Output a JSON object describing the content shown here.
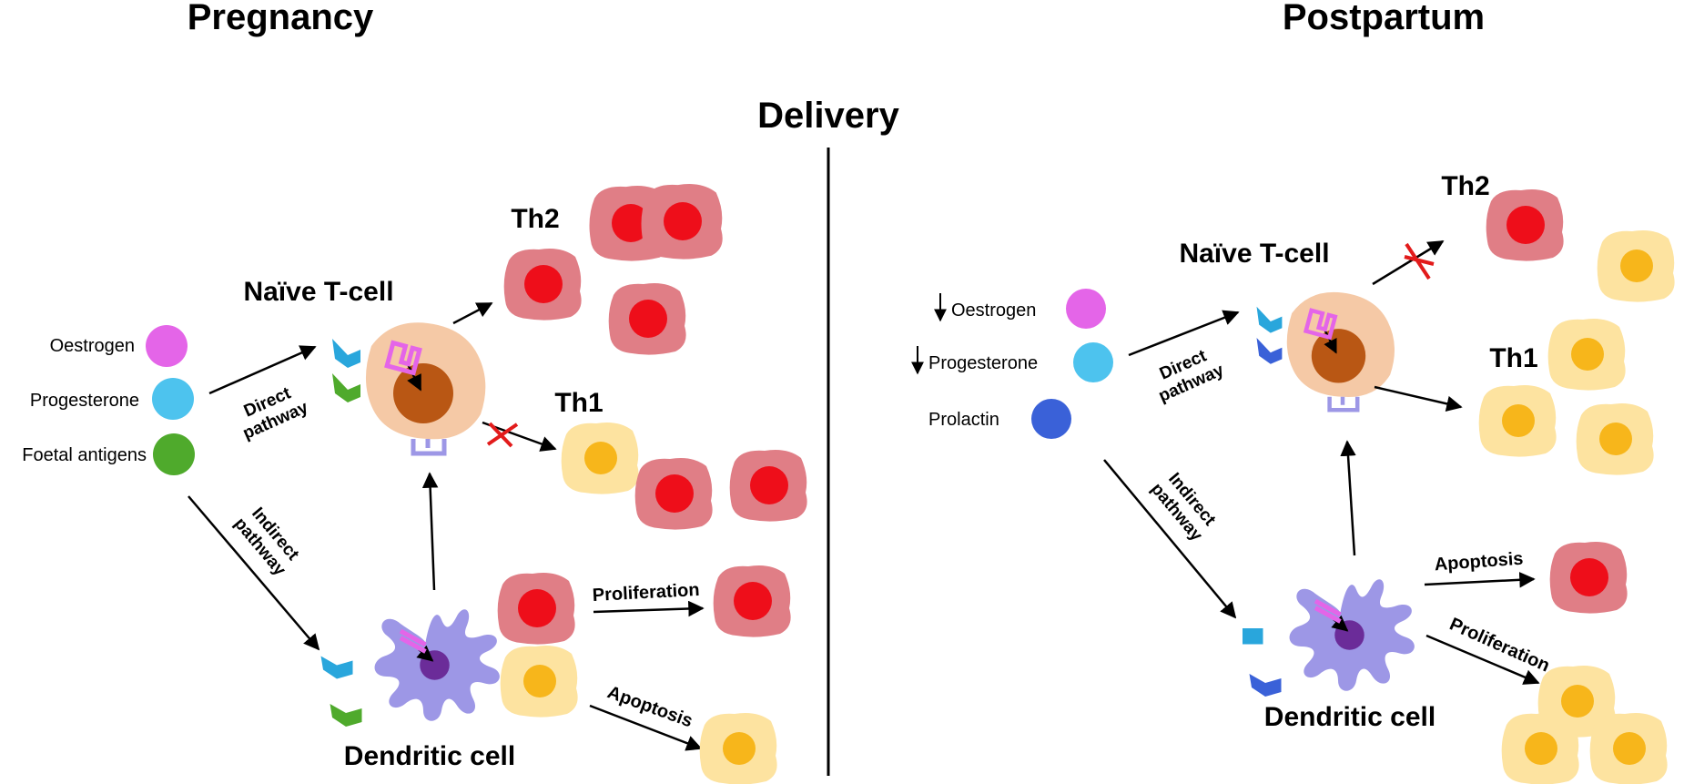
{
  "titles": {
    "left": "Pregnancy",
    "right": "Postpartum",
    "center": "Delivery"
  },
  "left": {
    "legend": [
      "Oestrogen",
      "Progesterone",
      "Foetal antigens"
    ],
    "naive_label": "Naïve T-cell",
    "th2_label": "Th2",
    "th1_label": "Th1",
    "direct_label_1": "Direct",
    "direct_label_2": "pathway",
    "indirect_label_1": "Indirect",
    "indirect_label_2": "pathway",
    "dendritic_label": "Dendritic cell",
    "proliferation_label": "Proliferation",
    "apoptosis_label": "Apoptosis"
  },
  "right": {
    "legend": [
      "Oestrogen",
      "Progesterone",
      "Prolactin"
    ],
    "naive_label": "Naïve T-cell",
    "th2_label": "Th2",
    "th1_label": "Th1",
    "direct_label_1": "Direct",
    "direct_label_2": "pathway",
    "indirect_label_1": "Indirect",
    "indirect_label_2": "pathway",
    "dendritic_label": "Dendritic cell",
    "apoptosis_label": "Apoptosis",
    "proliferation_label": "Proliferation"
  },
  "colors": {
    "oestrogen": "#e465e8",
    "progesterone": "#4dc3ee",
    "foetal_antigens": "#4faa2c",
    "prolactin": "#3a61d8",
    "th2_cell": "#e07e86",
    "th2_nucleus": "#ee0e1a",
    "th1_cell": "#fde3a0",
    "th1_nucleus": "#f7b61b",
    "naive_cell": "#f5c9a6",
    "naive_nucleus": "#b95714",
    "dendritic_cell": "#9d97e6",
    "dendritic_nucleus": "#6b2c99",
    "block_x": "#e21b1b"
  }
}
